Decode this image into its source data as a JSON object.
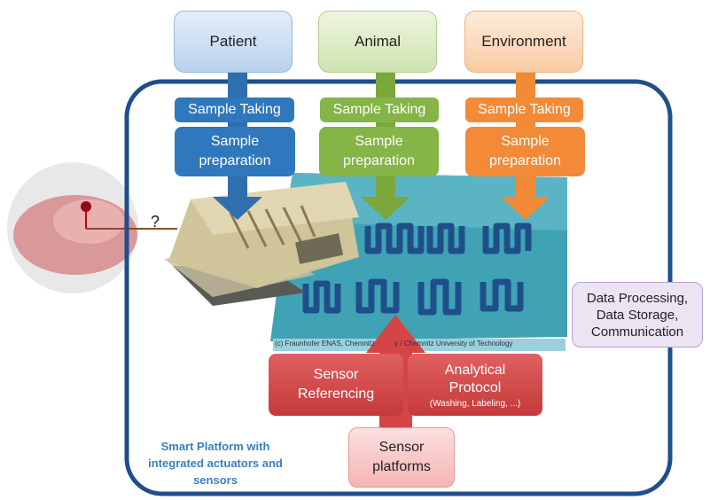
{
  "sources": [
    {
      "label": "Patient",
      "color": "#3a7fc1",
      "light": "#cfe0f1"
    },
    {
      "label": "Animal",
      "color": "#8ab64a",
      "light": "#deecc8"
    },
    {
      "label": "Environment",
      "color": "#f08c3a",
      "light": "#fbdcc3"
    }
  ],
  "steps": {
    "sample_taking": "Sample Taking",
    "sample_preparation": "Sample preparation"
  },
  "question_mark": "?",
  "image_credit": "(c) Fraunhofer ENAS, Chemnitz          y / Chemnitz University of Technology",
  "data_box": "Data Processing, Data Storage, Communication",
  "sensor_referencing": "Sensor Referencing",
  "analytical_protocol": {
    "title": "Analytical Protocol",
    "sub": "(Washing, Labeling, ...)"
  },
  "sensor_platforms": "Sensor platforms",
  "platform_caption": "Smart Platform with integrated actuators and sensors"
}
